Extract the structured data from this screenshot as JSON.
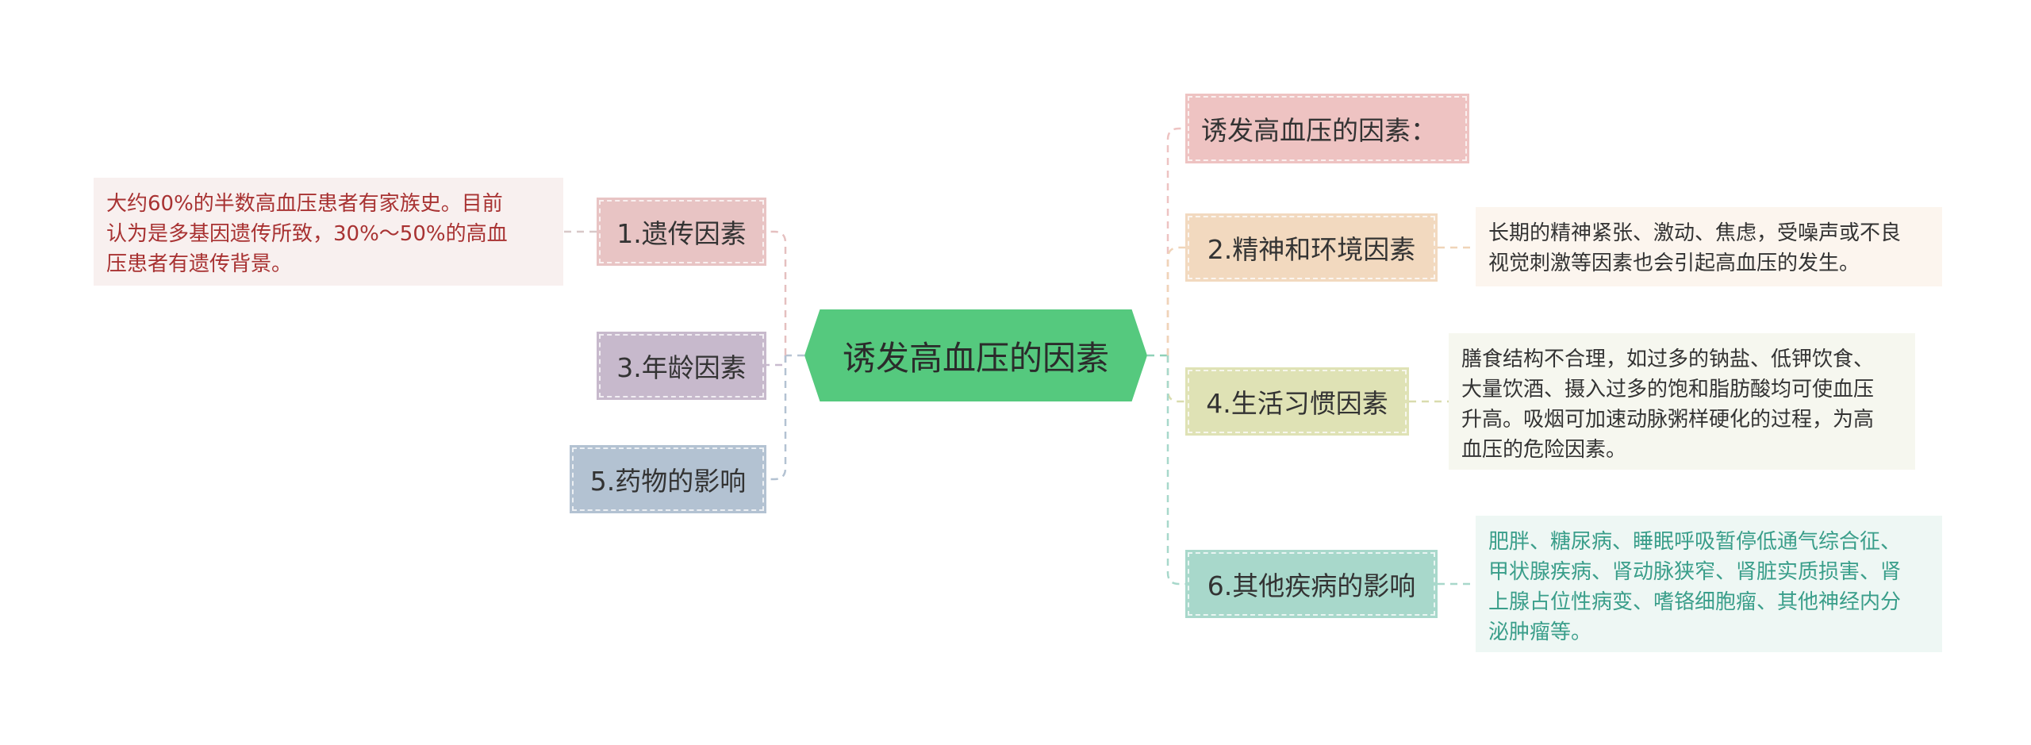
{
  "colors": {
    "root": "#55c97e",
    "topic_1": "#e8c4c4",
    "topic_3": "#c7b9cc",
    "topic_5": "#b3c2d2",
    "topic_intro": "#eec3c2",
    "topic_2": "#f2d9bf",
    "topic_4": "#dfe2b5",
    "topic_6": "#a8d8cb",
    "note_1_bg": "#f8f0ef",
    "note_1_text": "#a83232",
    "note_2_bg": "#fcf5ee",
    "note_2_text": "#333333",
    "note_4_bg": "#f6f7ef",
    "note_4_text": "#333333",
    "note_6_bg": "#eef7f4",
    "note_6_text": "#3a9e8a"
  },
  "root": {
    "label": "诱发高血压的因素"
  },
  "topics": {
    "t1": {
      "label": "1.遗传因素"
    },
    "t3": {
      "label": "3.年龄因素"
    },
    "t5": {
      "label": "5.药物的影响"
    },
    "intro": {
      "label": "诱发高血压的因素："
    },
    "t2": {
      "label": "2.精神和环境因素"
    },
    "t4": {
      "label": "4.生活习惯因素"
    },
    "t6": {
      "label": "6.其他疾病的影响"
    }
  },
  "notes": {
    "n1": {
      "text": "大约60%的半数高血压患者有家族史。目前\n认为是多基因遗传所致，30%～50%的高血\n压患者有遗传背景。"
    },
    "n2": {
      "text": "长期的精神紧张、激动、焦虑，受噪声或不良\n视觉刺激等因素也会引起高血压的发生。"
    },
    "n4": {
      "text": "膳食结构不合理，如过多的钠盐、低钾饮食、\n大量饮酒、摄入过多的饱和脂肪酸均可使血压\n升高。吸烟可加速动脉粥样硬化的过程，为高\n血压的危险因素。"
    },
    "n6": {
      "text": "肥胖、糖尿病、睡眠呼吸暂停低通气综合征、\n甲状腺疾病、肾动脉狭窄、肾脏实质损害、肾\n上腺占位性病变、嗜铬细胞瘤、其他神经内分\n泌肿瘤等。"
    }
  }
}
